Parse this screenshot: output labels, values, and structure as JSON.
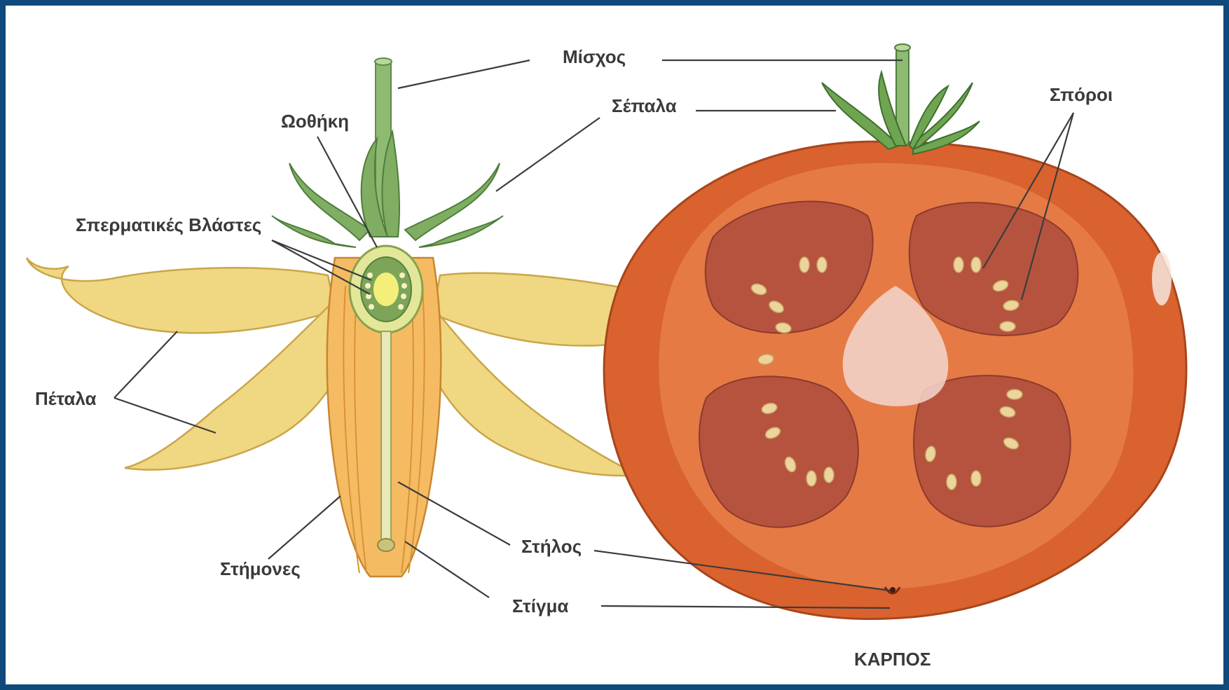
{
  "labels": {
    "stem": "Μίσχος",
    "sepals": "Σέπαλα",
    "seeds": "Σπόροι",
    "ovary": "Ωοθήκη",
    "ovules": "Σπερματικές Βλάστες",
    "petals": "Πέταλα",
    "stamens": "Στήμονες",
    "style": "Στήλος",
    "stigma": "Στίγμα",
    "fruit": "ΚΑΡΠΟΣ"
  },
  "colors": {
    "frame": "#0e4a7c",
    "petal": "#f0d782",
    "petal_edge": "#c9a64a",
    "sepal": "#7fae62",
    "tomato_skin": "#d9622e",
    "tomato_flesh": "#e57a45",
    "locule": "#b5533f",
    "seed": "#ecd49a"
  }
}
